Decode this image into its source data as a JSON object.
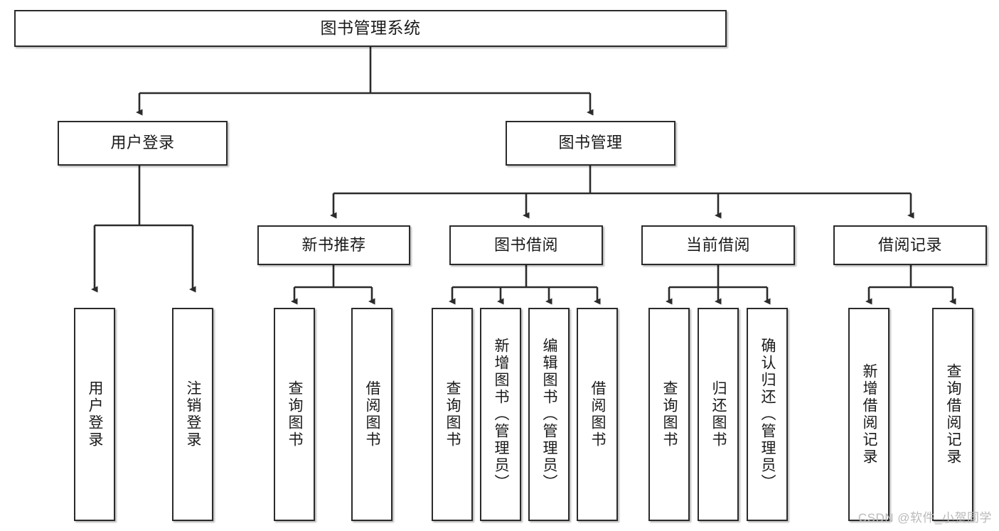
{
  "diagram": {
    "title": "图书管理系统",
    "type": "hierarchy-tree",
    "watermark": "CSDN @软件_小贺同学",
    "colors": {
      "box_border": "#2b2b2b",
      "box_fill": "#ffffff",
      "connector": "#2b2b2b",
      "watermark": "#b9b9b9"
    },
    "nodes": {
      "root": {
        "label": "图书管理系统"
      },
      "level2": [
        {
          "id": "user-login",
          "label": "用户登录"
        },
        {
          "id": "book-manage",
          "label": "图书管理"
        }
      ],
      "level3": [
        {
          "id": "new-book-rec",
          "label": "新书推荐"
        },
        {
          "id": "book-borrow",
          "label": "图书借阅"
        },
        {
          "id": "current-borrow",
          "label": "当前借阅"
        },
        {
          "id": "borrow-record",
          "label": "借阅记录"
        }
      ],
      "leaves": {
        "user-login": [
          {
            "id": "leaf-user-login",
            "label": "用户登录"
          },
          {
            "id": "leaf-logout",
            "label": "注销登录"
          }
        ],
        "new-book-rec": [
          {
            "id": "leaf-query-book-1",
            "label": "查询图书"
          },
          {
            "id": "leaf-borrow-book-1",
            "label": "借阅图书"
          }
        ],
        "book-borrow": [
          {
            "id": "leaf-query-book-2",
            "label": "查询图书"
          },
          {
            "id": "leaf-add-book",
            "label": "新增图书（管理员）"
          },
          {
            "id": "leaf-edit-book",
            "label": "编辑图书（管理员）"
          },
          {
            "id": "leaf-borrow-book-2",
            "label": "借阅图书"
          }
        ],
        "current-borrow": [
          {
            "id": "leaf-query-book-3",
            "label": "查询图书"
          },
          {
            "id": "leaf-return-book",
            "label": "归还图书"
          },
          {
            "id": "leaf-confirm-return",
            "label": "确认归还（管理员）"
          }
        ],
        "borrow-record": [
          {
            "id": "leaf-add-record",
            "label": "新增借阅记录"
          },
          {
            "id": "leaf-query-record",
            "label": "查询借阅记录"
          }
        ]
      }
    }
  }
}
